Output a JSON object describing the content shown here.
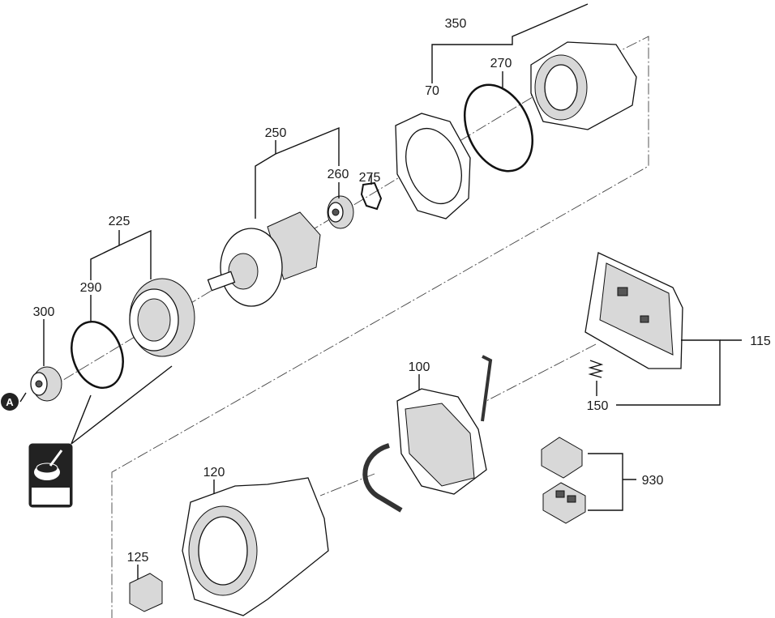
{
  "diagram": {
    "labels": {
      "p350": "350",
      "p270": "270",
      "p70": "70",
      "p250": "250",
      "p260": "260",
      "p275": "275",
      "p225": "225",
      "p290": "290",
      "p300": "300",
      "pA": "A",
      "p115": "115",
      "p150": "150",
      "p100": "100",
      "p930": "930",
      "p120": "120",
      "p125": "125"
    }
  }
}
